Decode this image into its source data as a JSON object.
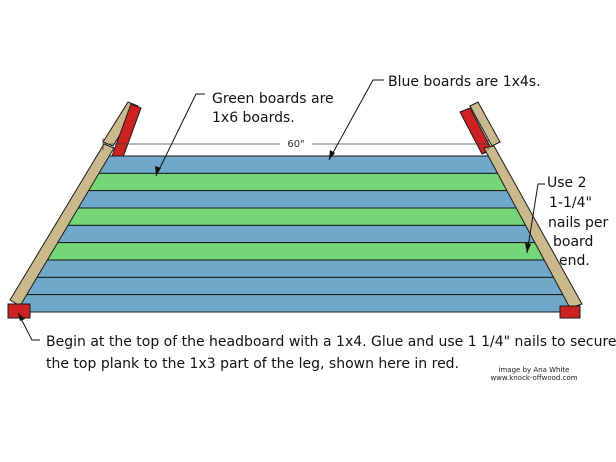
{
  "labels": {
    "green": [
      "Green boards are",
      "1x6 boards."
    ],
    "blue": [
      "Blue boards are 1x4s."
    ],
    "nails": [
      "Use 2",
      "1-1/4\"",
      "nails per",
      "board",
      "end."
    ],
    "dimension": "60\"",
    "caption": [
      "Begin at the top of the headboard with a 1x4.  Glue and use 1 1/4\" nails to secure",
      "the top plank to the 1x3 part of the leg, shown here in red."
    ],
    "credit": [
      "image by Ana White",
      "www.knock-offwood.com"
    ]
  },
  "board_order": [
    "blue",
    "green",
    "blue",
    "green",
    "blue",
    "green",
    "blue",
    "blue",
    "blue"
  ],
  "colors": {
    "blue": "#6fa8c8",
    "green": "#74d677",
    "wood": "#c9b98c",
    "leg_red": "#cc2222",
    "outline": "#1a1a1a"
  }
}
